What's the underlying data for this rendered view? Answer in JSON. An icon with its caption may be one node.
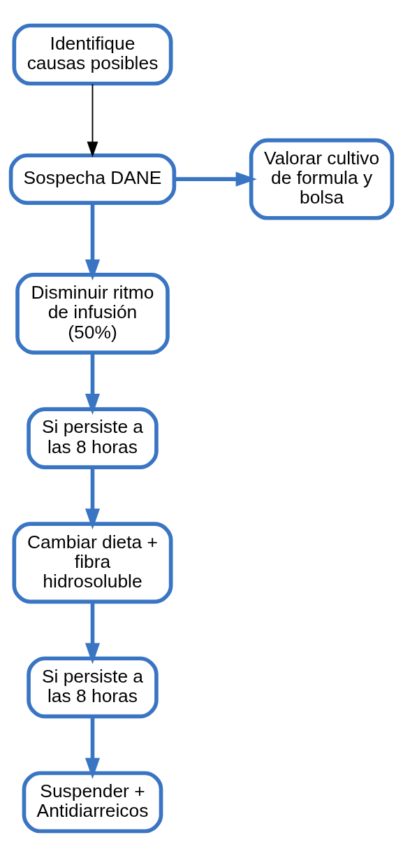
{
  "diagram": {
    "nodes": [
      {
        "text": [
          "Identifique causas posibles"
        ]
      },
      {
        "text": [
          "Sospecha DANE"
        ]
      },
      {
        "text": [
          "Valorar cultivo de formula y bolsa"
        ]
      },
      {
        "text": [
          "Disminuir ritmo de infusión (50%)"
        ]
      },
      {
        "text": [
          "Si persiste a las 8 horas"
        ]
      },
      {
        "text": [
          "Cambiar dieta + fibra hidrosoluble"
        ]
      },
      {
        "text": [
          "Si persiste a las 8 horas"
        ]
      },
      {
        "text": [
          "Suspender + Antidiarreicos"
        ]
      }
    ],
    "edges": [
      {
        "from": 0,
        "to": 1,
        "arrow": "to",
        "color": "#000000"
      },
      {
        "from": 1,
        "to": 2,
        "arrow": "to"
      },
      {
        "from": 1,
        "to": 3,
        "arrow": "to"
      },
      {
        "from": 3,
        "to": 4,
        "arrow": "to"
      },
      {
        "from": 4,
        "to": 5,
        "arrow": "to"
      },
      {
        "from": 5,
        "to": 6,
        "arrow": "to"
      },
      {
        "from": 6,
        "to": 7,
        "arrow": "to"
      }
    ]
  }
}
